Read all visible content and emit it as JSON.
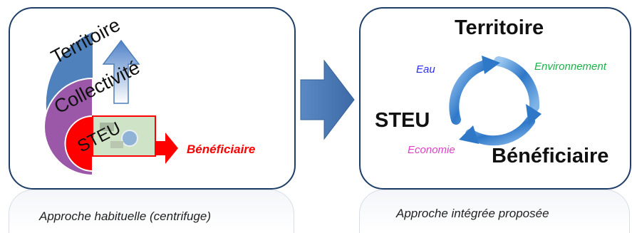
{
  "left": {
    "label_territoire": "Territoire",
    "label_collectivite": "Collectivité",
    "label_steu": "STEU",
    "label_beneficiaire": "Bénéficiaire",
    "caption": "Approche habituelle (centrifuge)"
  },
  "right": {
    "title_territoire": "Territoire",
    "label_steu": "STEU",
    "label_beneficiaire": "Bénéficiaire",
    "label_eau": "Eau",
    "label_environnement": "Environnement",
    "label_economie": "Economie",
    "caption": "Approche intégrée proposée"
  },
  "colors": {
    "panel_border": "#1f3f68",
    "territoire_blue": "#4f81bd",
    "collectivite_purple": "#9b57a8",
    "steu_red": "#ff0000",
    "arrow_blue": "#4f7fb8",
    "eau": "#2d2df0",
    "environnement": "#19b24a",
    "economie": "#e040c8"
  }
}
